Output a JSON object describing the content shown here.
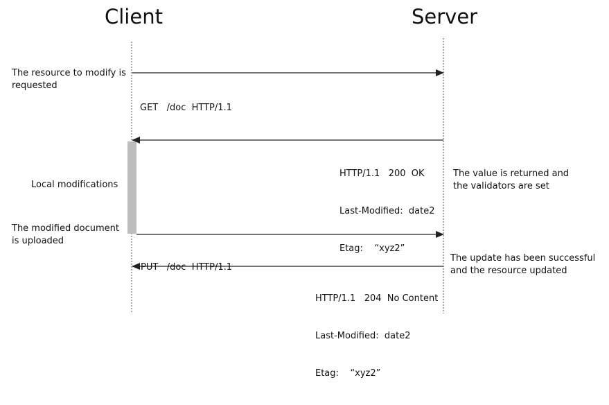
{
  "diagram": {
    "actors": {
      "client": "Client",
      "server": "Server"
    },
    "notes": {
      "request_resource": [
        "The resource to modify is",
        "requested"
      ],
      "local_modifications": "Local modifications",
      "upload_document": [
        "The modified document",
        "is uploaded"
      ],
      "value_returned": [
        "The value is returned and",
        "the validators are set"
      ],
      "update_success": [
        "The update has been successful",
        "and the resource updated"
      ]
    },
    "messages": [
      {
        "id": "get-request",
        "from": "client",
        "to": "server",
        "lines": [
          "GET   /doc  HTTP/1.1"
        ]
      },
      {
        "id": "get-response",
        "from": "server",
        "to": "client",
        "lines": [
          "HTTP/1.1   200  OK",
          "Last-Modified:  date2",
          "Etag:    “xyz2”"
        ]
      },
      {
        "id": "put-request",
        "from": "client",
        "to": "server",
        "lines": [
          "PUT   /doc  HTTP/1.1"
        ]
      },
      {
        "id": "put-response",
        "from": "server",
        "to": "client",
        "lines": [
          "HTTP/1.1   204  No Content",
          "Last-Modified:  date2",
          "Etag:    “xyz2”"
        ]
      }
    ],
    "colors": {
      "lifeline": "#555555",
      "arrow": "#222222",
      "activation": "#bdbdbd",
      "text": "#111111"
    }
  }
}
